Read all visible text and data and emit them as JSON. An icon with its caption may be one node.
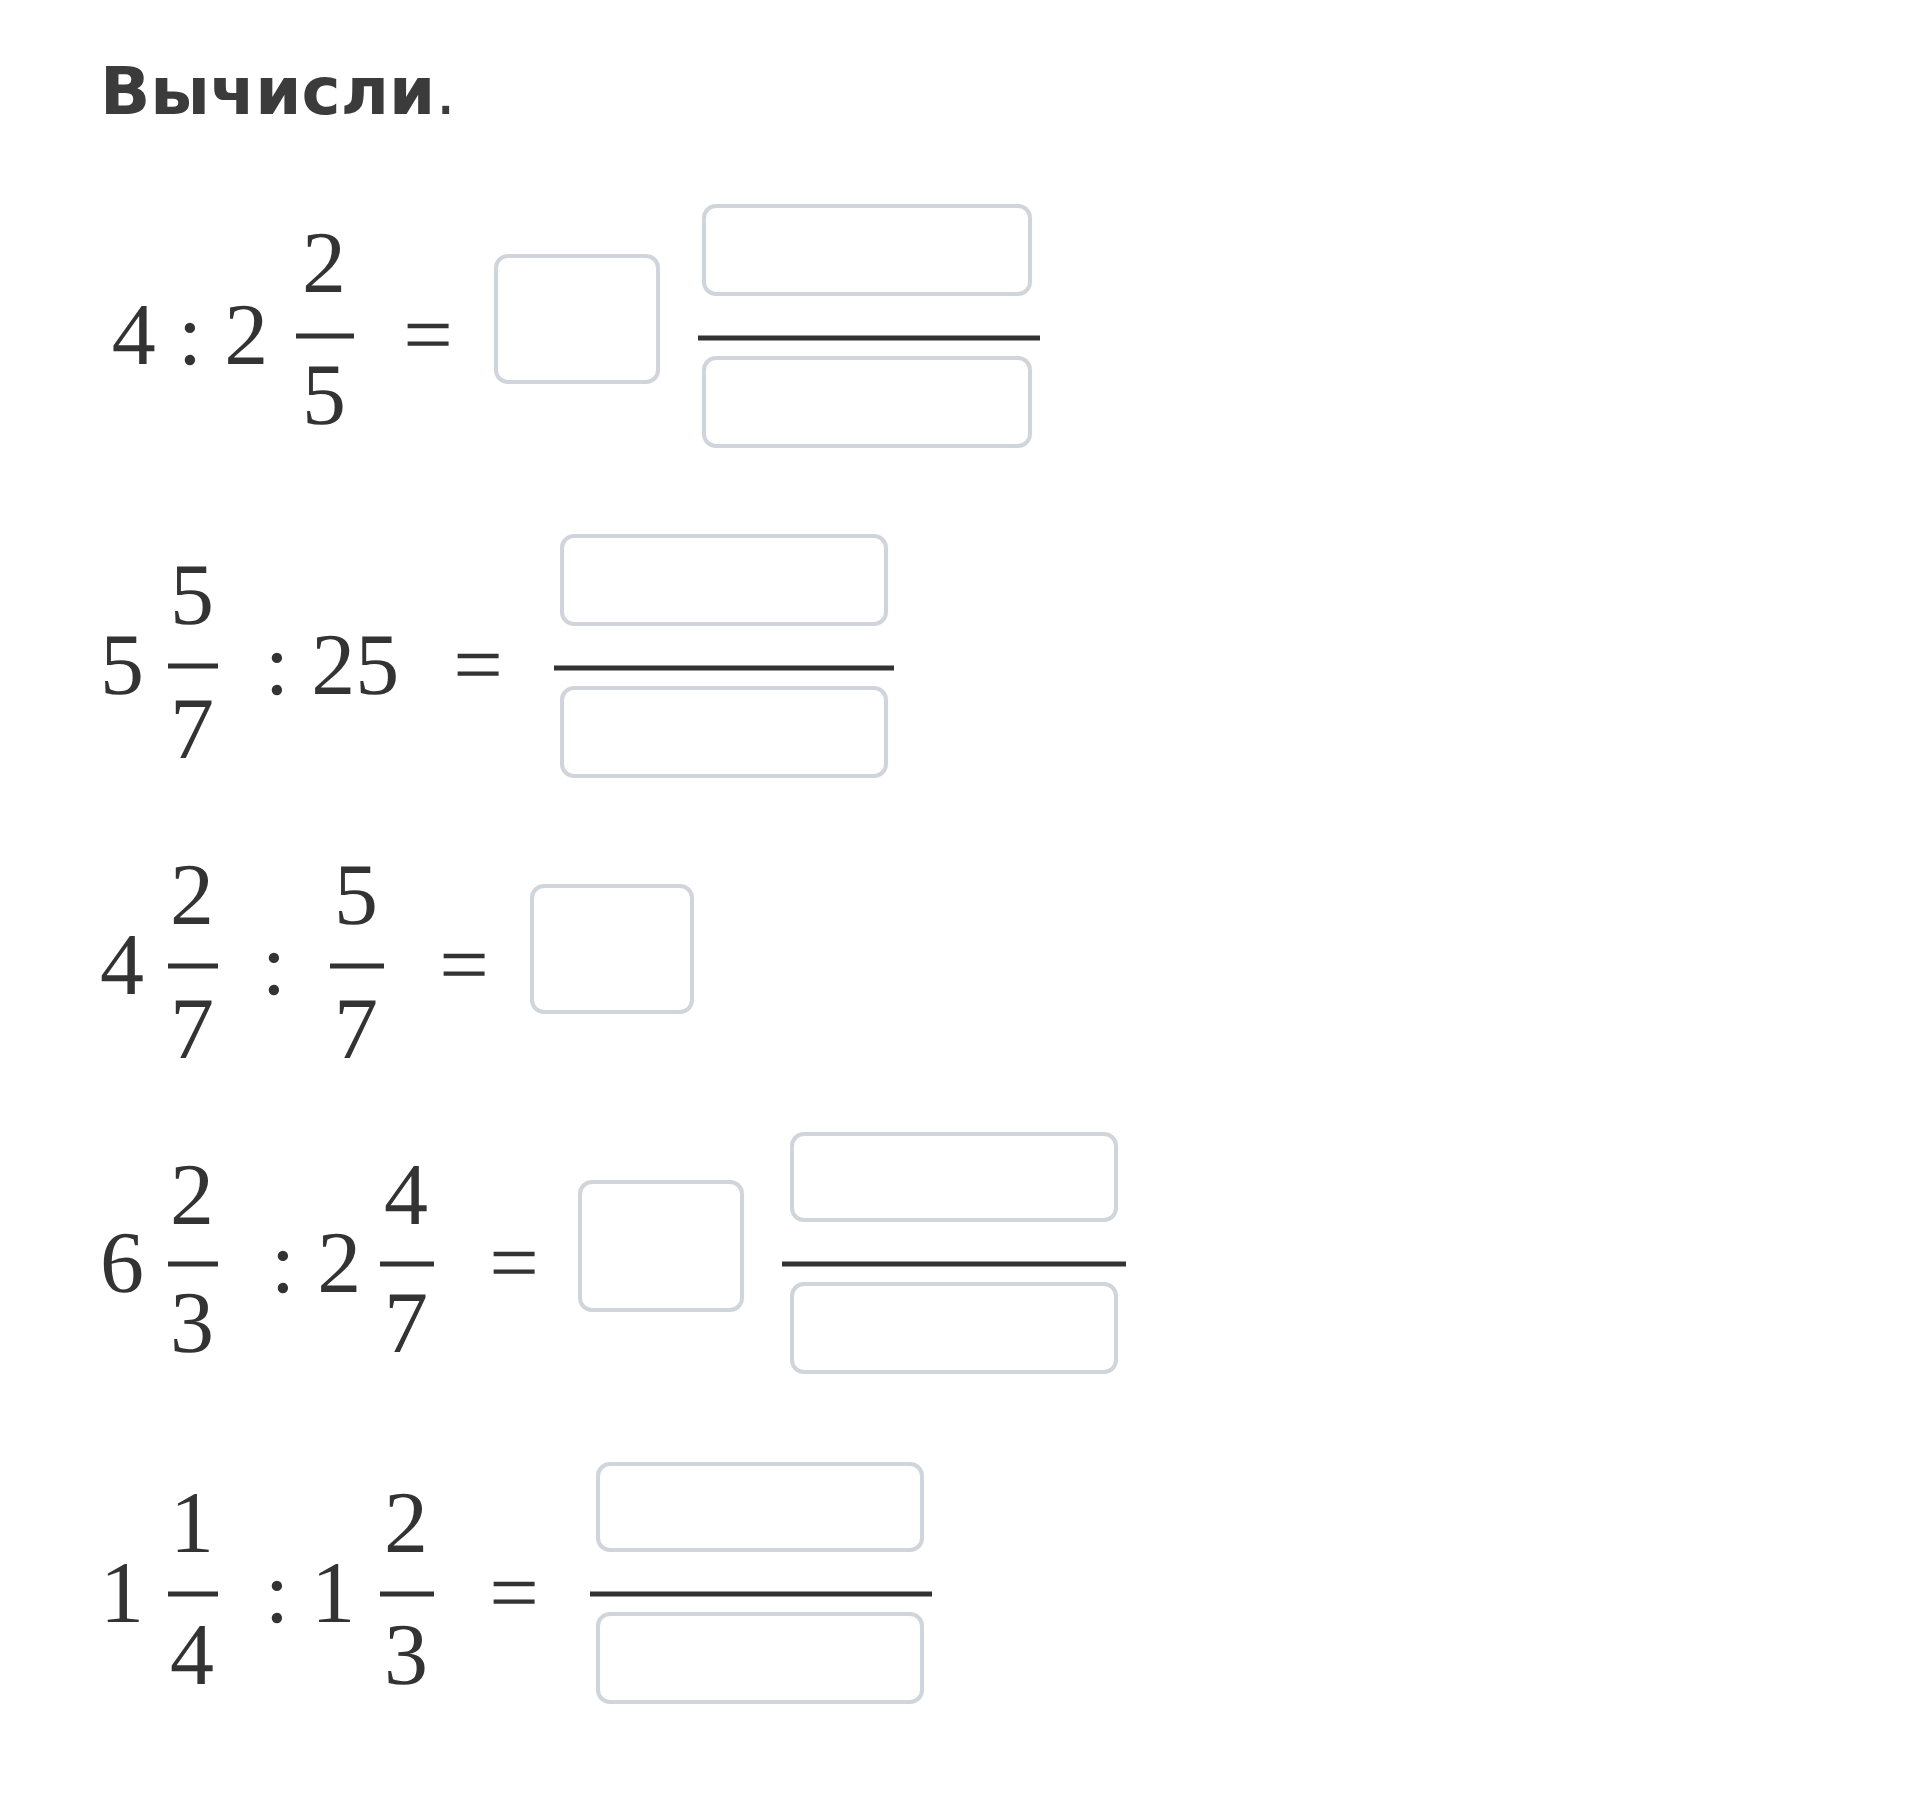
{
  "diagram": {
    "title": "**Вычисли**.",
    "nodes": [
      {
        "text": [],
        "shape": "box"
      },
      {
        "text": [],
        "shape": "box"
      },
      {
        "text": [],
        "shape": "box"
      },
      {
        "text": [],
        "shape": "box"
      },
      {
        "text": [],
        "shape": "box"
      },
      {
        "text": [],
        "shape": "box"
      },
      {
        "text": [],
        "shape": "box"
      },
      {
        "text": [],
        "shape": "box"
      },
      {
        "text": [],
        "shape": "box"
      },
      {
        "text": [],
        "shape": "box"
      },
      {
        "text": [],
        "shape": "box"
      }
    ],
    "labels": [
      "4 : 2",
      "2",
      "5",
      "=",
      "5",
      "5",
      "7",
      ": 25",
      "=",
      "4",
      "2",
      "7",
      ":",
      "5",
      "7",
      "=",
      "6",
      "2",
      "3",
      ": 2",
      "4",
      "7",
      "=",
      "1",
      "1",
      "4",
      ": 1",
      "2",
      "3",
      "="
    ]
  }
}
